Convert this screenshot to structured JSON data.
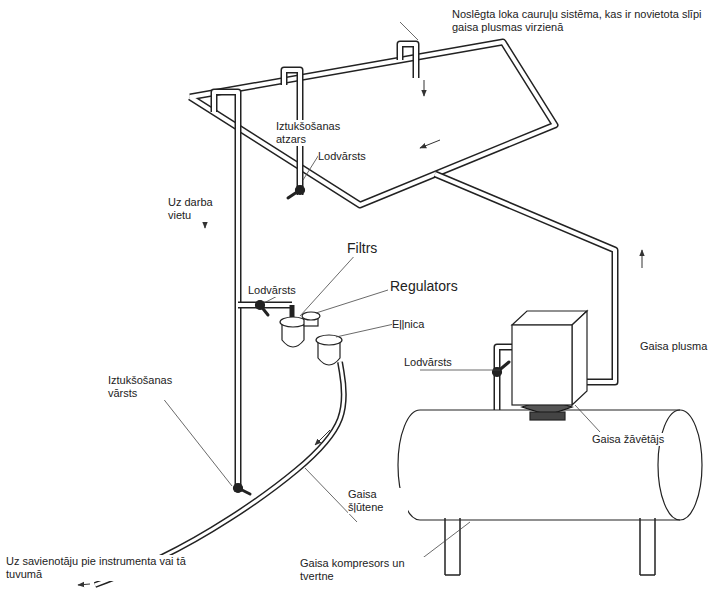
{
  "diagram": {
    "labels": [
      "Noslēgta loka cauruļu sistēma, kas ir novietota slīpi gaisa plusmas virzienā",
      "Iztukšošanas atzars",
      "Lodvārsts",
      "Uz darba vietu",
      "Filtrs",
      "Regulators",
      "Lodvārsts",
      "Eļļnica",
      "Lodvārsts",
      "Gaisa plusma",
      "Iztukšošanas vārsts",
      "Gaisa žāvētājs",
      "Gaisa šļūtene",
      "Gaisa kompresors un tvertne",
      "Uz savienotāju pie instrumenta vai tā tuvumā"
    ]
  }
}
